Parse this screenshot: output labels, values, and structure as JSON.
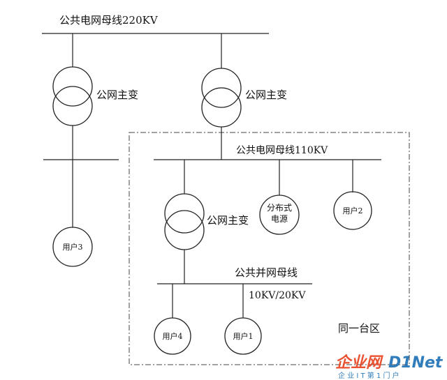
{
  "bus_220kv": {
    "label": "公共电网母线220KV"
  },
  "transformer_left": {
    "label": "公网主变"
  },
  "transformer_mid": {
    "label": "公网主变"
  },
  "bus_110kv": {
    "label": "公共电网母线110KV"
  },
  "transformer_inner": {
    "label": "公网主变"
  },
  "distributed_source": {
    "line1": "分布式",
    "line2": "电源"
  },
  "users": {
    "user1": "用户1",
    "user2": "用户2",
    "user3": "用户3",
    "user4": "用户4"
  },
  "bus_public_parallel": {
    "label": "公共并网母线",
    "voltage": "10KV/20KV"
  },
  "region": {
    "label": "同一台区"
  },
  "watermark": {
    "brand_cn": "企业网",
    "brand_en": "D1Net",
    "tagline": "企 业 I T 第 1 门 户"
  },
  "colors": {
    "line": "#222222",
    "dash": "#444444",
    "watermark_red": "#e8401c",
    "watermark_blue": "#1b6fb5"
  }
}
